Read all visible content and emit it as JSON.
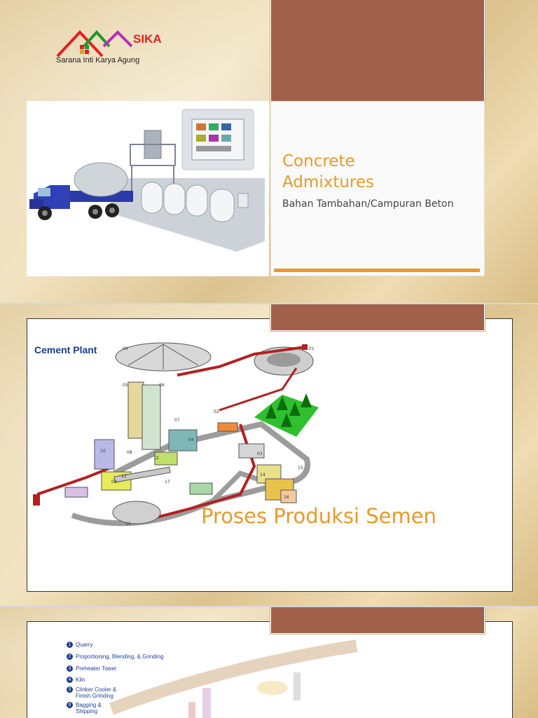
{
  "slide1": {
    "logo": {
      "brand": "SIKA",
      "tagline": "Sarana Inti Karya Agung",
      "colors": [
        "#e02020",
        "#1a9a2a",
        "#b52fb5"
      ]
    },
    "title_line1": "Concrete",
    "title_line2": "Admixtures",
    "subtitle": "Bahan Tambahan/Campuran Beton",
    "accent": "#e79a2c"
  },
  "slide2": {
    "image_title": "Cement Plant",
    "caption": "Proses Produksi Semen",
    "labels": [
      "00",
      "01",
      "02",
      "03",
      "04",
      "05",
      "06",
      "07",
      "08",
      "09",
      "10",
      "11",
      "12",
      "13",
      "14",
      "15",
      "16",
      "17"
    ]
  },
  "slide3": {
    "legend": [
      {
        "num": "1",
        "text": "Quarry"
      },
      {
        "num": "2",
        "text": "Proportioning, Blending, & Grinding"
      },
      {
        "num": "3",
        "text": "Preheater Tower"
      },
      {
        "num": "4",
        "text": "Kiln"
      },
      {
        "num": "5",
        "text": "Clinker Cooler &\nFinish Grinding"
      },
      {
        "num": "6",
        "text": "Bagging &\nShipping"
      }
    ]
  }
}
